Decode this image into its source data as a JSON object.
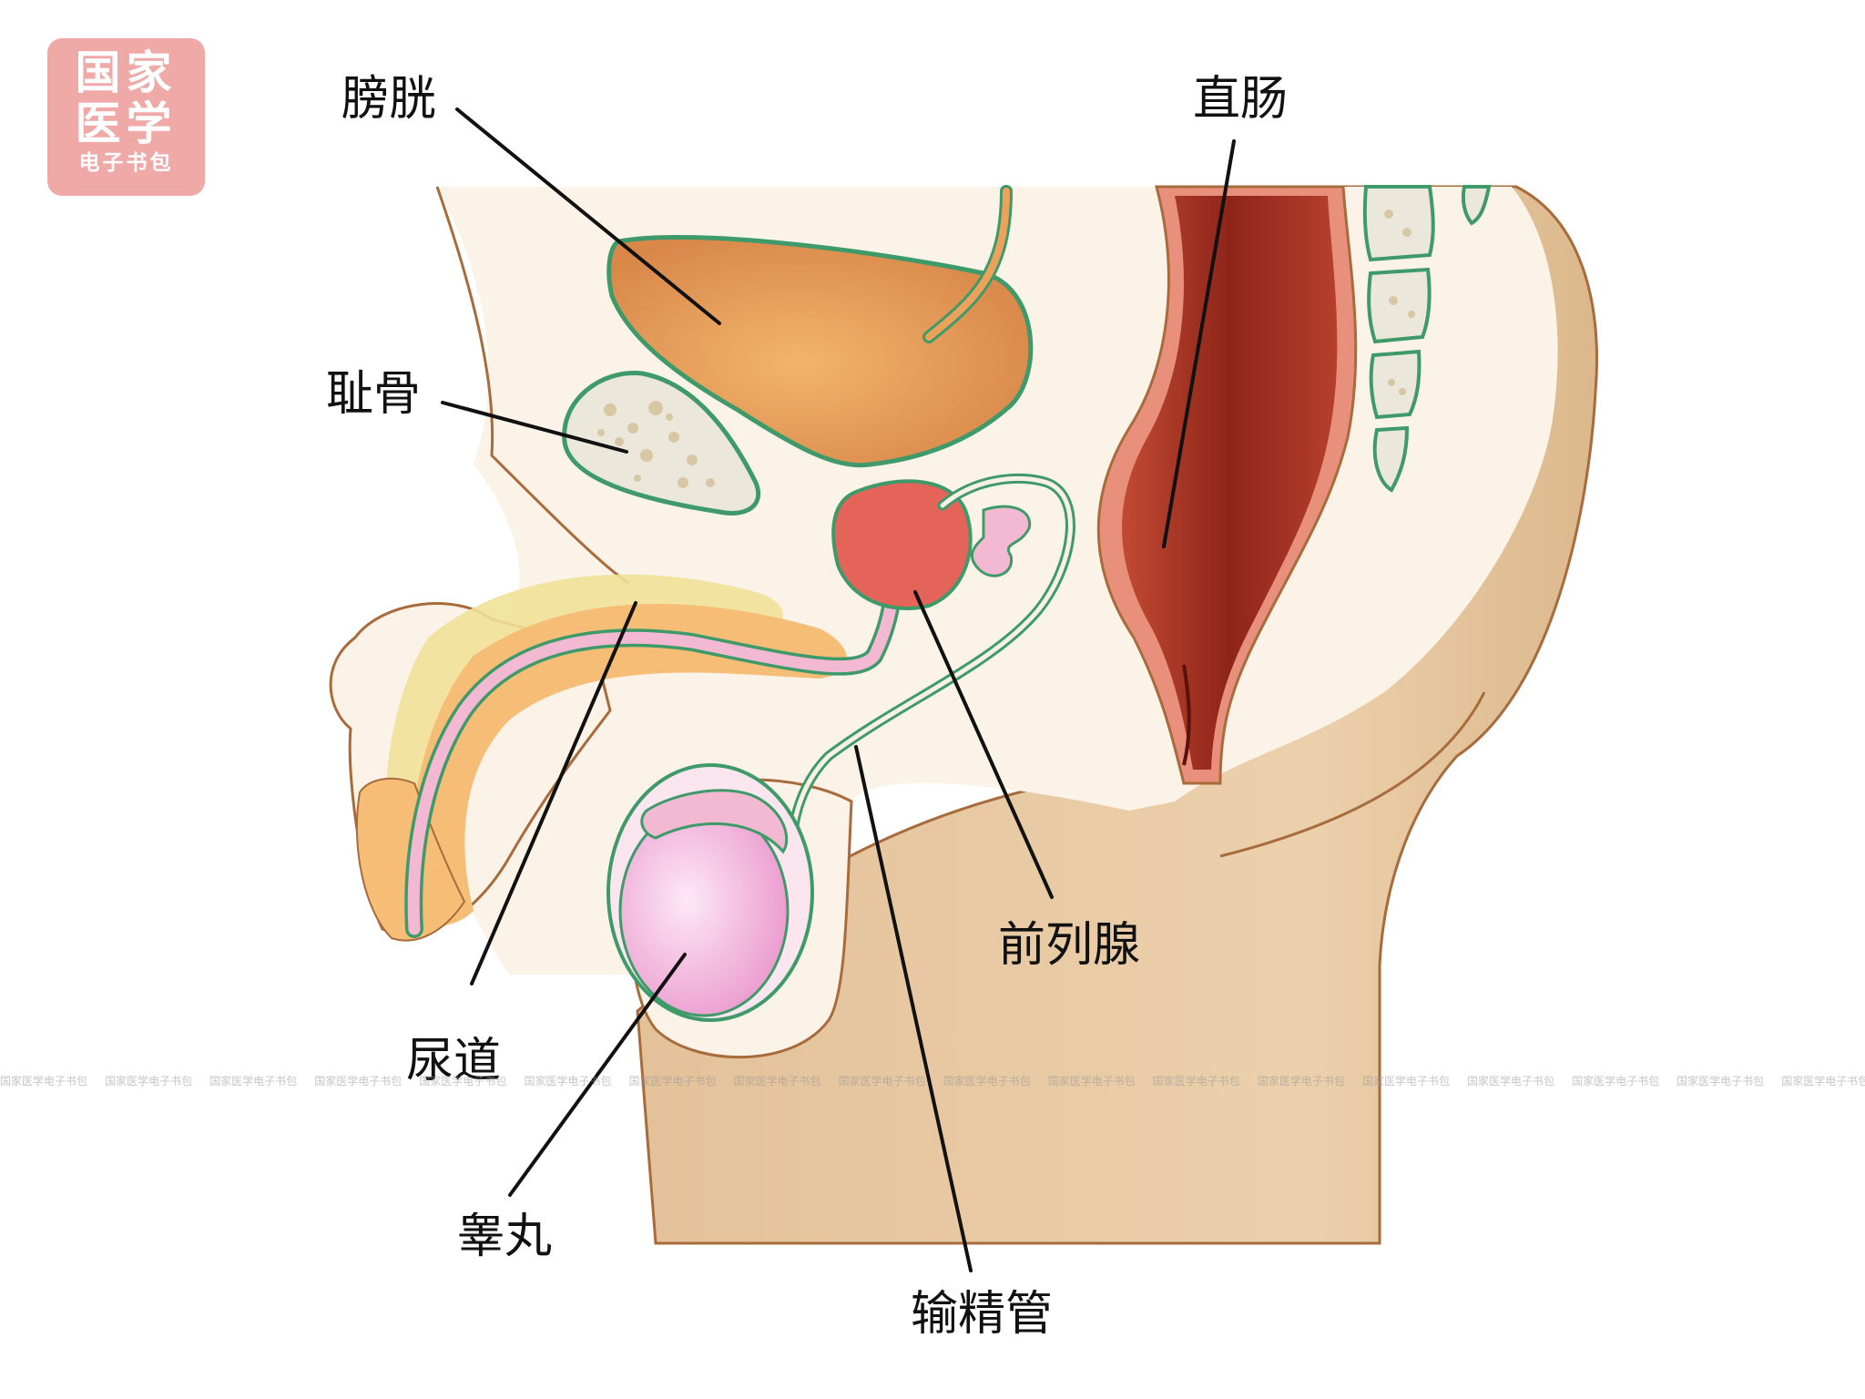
{
  "logo": {
    "line1": "国家",
    "line2": "医学",
    "line3": "电子书包"
  },
  "watermark": {
    "text": "国家医学电子书包"
  },
  "labels": {
    "bladder": "膀胱",
    "rectum": "直肠",
    "pubic_bone": "耻骨",
    "prostate": "前列腺",
    "urethra": "尿道",
    "testis": "睾丸",
    "vas_deferens": "输精管"
  },
  "colors": {
    "skin": "#e5c7a0",
    "body_light": "#fbf3e8",
    "bladder": "#eda25c",
    "prostate": "#e5645a",
    "rectum": "#a83025",
    "testis": "#f2a9d6",
    "outline_green": "#3f9a6a",
    "logo_bg": "#efaaa8"
  }
}
